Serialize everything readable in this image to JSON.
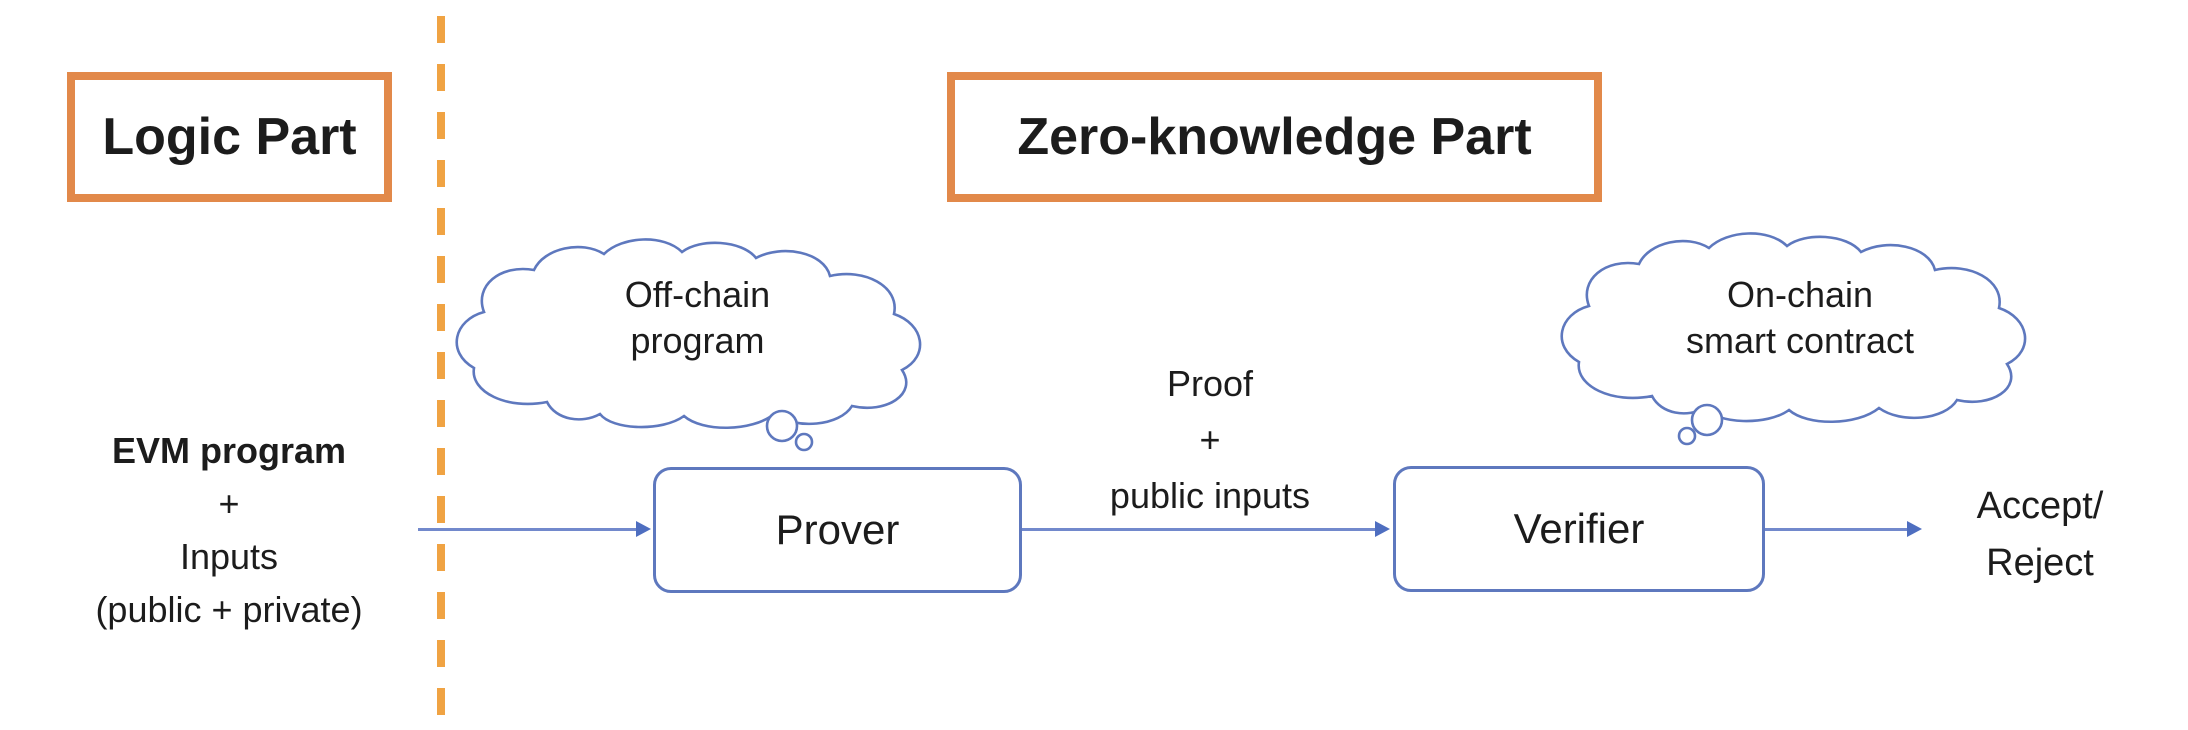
{
  "colors": {
    "orange_border": "#E2894A",
    "orange_dash": "#F0A343",
    "blue_stroke": "#5E78BE",
    "blue_line": "#7289CC",
    "text": "#1C1C1C",
    "background": "#FFFFFF"
  },
  "sections": {
    "logic": {
      "label": "Logic Part"
    },
    "zk": {
      "label": "Zero-knowledge Part"
    }
  },
  "input_block": {
    "line1": "EVM program",
    "line2": "+",
    "line3": "Inputs",
    "line4": "(public + private)"
  },
  "clouds": {
    "offchain": {
      "line1": "Off-chain",
      "line2": "program"
    },
    "onchain": {
      "line1": "On-chain",
      "line2": "smart contract"
    }
  },
  "nodes": {
    "prover": {
      "label": "Prover"
    },
    "verifier": {
      "label": "Verifier"
    }
  },
  "edge_label": {
    "line1": "Proof",
    "line2": "+",
    "line3": "public inputs"
  },
  "output_block": {
    "line1": "Accept/",
    "line2": "Reject"
  }
}
